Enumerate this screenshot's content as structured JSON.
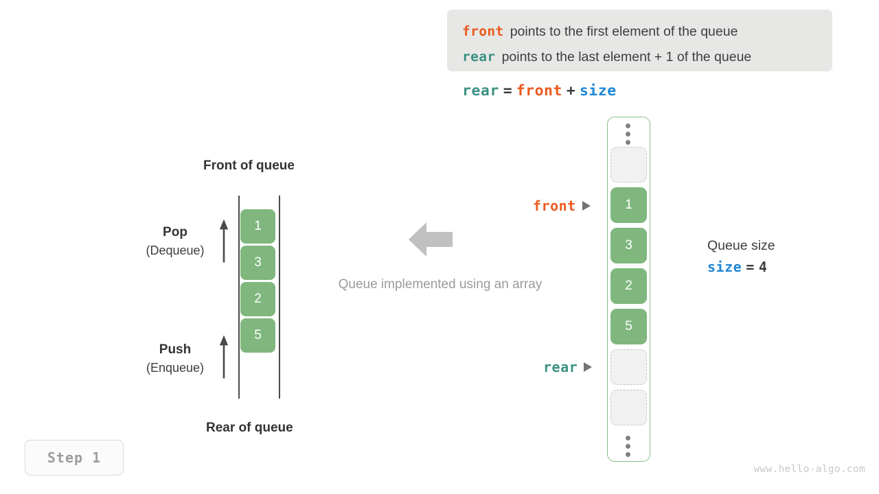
{
  "info_box": {
    "lines": [
      {
        "keyword": "front",
        "keyword_color": "#ec5b20",
        "description": "points to the first element of the queue"
      },
      {
        "keyword": "rear",
        "keyword_color": "#3b9184",
        "description": "points to the last element + 1 of the queue"
      }
    ]
  },
  "formula": {
    "lhs": "rear",
    "eq": "=",
    "rhs1": "front",
    "plus": "+",
    "rhs2": "size"
  },
  "abstract_queue": {
    "title_top": "Front of queue",
    "title_bottom": "Rear of queue",
    "cells": [
      "1",
      "3",
      "2",
      "5"
    ],
    "operations": [
      {
        "name": "Pop",
        "sub": "(Dequeue)"
      },
      {
        "name": "Push",
        "sub": "(Enqueue)"
      }
    ]
  },
  "center": {
    "caption": "Queue implemented using an array",
    "arrow": "left-arrow-icon"
  },
  "array": {
    "slots": [
      {
        "type": "ellipsis",
        "value": ""
      },
      {
        "type": "empty",
        "value": ""
      },
      {
        "type": "filled",
        "value": "1"
      },
      {
        "type": "filled",
        "value": "3"
      },
      {
        "type": "filled",
        "value": "2"
      },
      {
        "type": "filled",
        "value": "5"
      },
      {
        "type": "empty",
        "value": ""
      },
      {
        "type": "empty",
        "value": ""
      },
      {
        "type": "ellipsis",
        "value": ""
      }
    ],
    "pointers": [
      {
        "label": "front",
        "color": "#ec5b20"
      },
      {
        "label": "rear",
        "color": "#3b9184"
      }
    ]
  },
  "size_block": {
    "caption": "Queue size",
    "name": "size",
    "eq": "=",
    "value": "4"
  },
  "step_badge": {
    "label": "Step 1"
  },
  "watermark": {
    "text": "www.hello-algo.com"
  },
  "colors": {
    "element_green": "#7fb77e",
    "container_green": "#86bf86",
    "front_orange": "#ec5b20",
    "rear_teal": "#3b9184",
    "size_blue": "#1e87d6",
    "muted_gray": "#9a9a9a"
  }
}
